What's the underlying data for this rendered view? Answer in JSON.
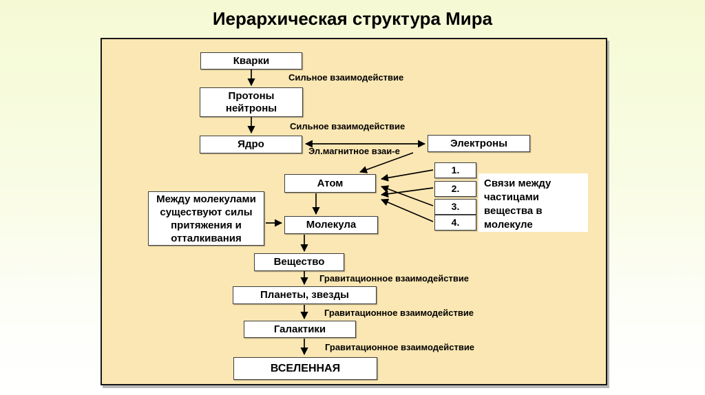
{
  "title": "Иерархическая структура Мира",
  "nodes": {
    "quarks": "Кварки",
    "protons_neutrons": "Протоны\nнейтроны",
    "nucleus": "Ядро",
    "electrons": "Электроны",
    "atom": "Атом",
    "molecule": "Молекула",
    "substance": "Вещество",
    "planets_stars": "Планеты, звезды",
    "galaxies": "Галактики",
    "universe": "ВСЕЛЕННАЯ"
  },
  "numbered_items": [
    "1.",
    "2.",
    "3.",
    "4."
  ],
  "notes": {
    "between_molecules": "Между молекулами\nсуществуют силы\nпритяжения и\nотталкивания",
    "bonds": "Связи между\nчастицами\nвещества в\nмолекуле"
  },
  "edge_labels": {
    "strong_1": "Сильное взаимодействие",
    "strong_2": "Сильное взаимодействие",
    "electromagnetic": "Эл.магнитное взаи-е",
    "gravity_1": "Гравитационное взаимодействие",
    "gravity_2": "Гравитационное взаимодействие",
    "gravity_3": "Гравитационное взаимодействие"
  },
  "colors": {
    "page_top": "#F5FAD4",
    "page_bottom": "#FFFFFF",
    "panel_bg": "#FBE7B3",
    "panel_border": "#161616",
    "box_bg": "#FFFFFF",
    "box_border": "#3C3C3C",
    "text": "#000000"
  }
}
